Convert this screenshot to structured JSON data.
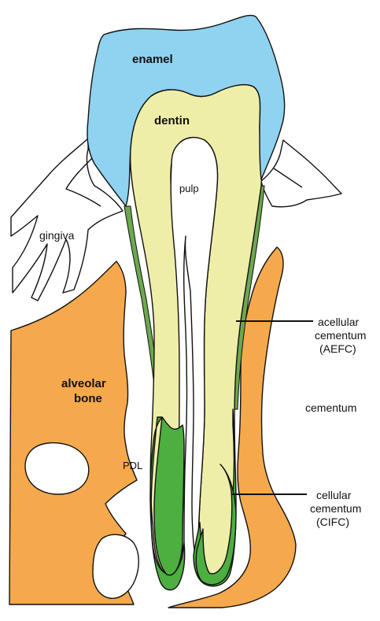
{
  "labels": {
    "enamel": "enamel",
    "dentin": "dentin",
    "pulp": "pulp",
    "gingiva": "gingiva",
    "alveolar_bone_line1": "alveolar",
    "alveolar_bone_line2": "bone",
    "pdl": "PDL",
    "cementum": "cementum",
    "acellular_line1": "acellular",
    "acellular_line2": "cementum",
    "acellular_line3": "(AEFC)",
    "cellular_line1": "cellular",
    "cellular_line2": "cementum",
    "cellular_line3": "(CIFC)"
  },
  "colors": {
    "enamel": "#8fd3f0",
    "dentin": "#eeeea8",
    "cellular_cementum": "#4caf3f",
    "acellular_cementum": "#6ca84e",
    "bone": "#f5a94c",
    "outline": "#111111",
    "background": "#ffffff"
  }
}
